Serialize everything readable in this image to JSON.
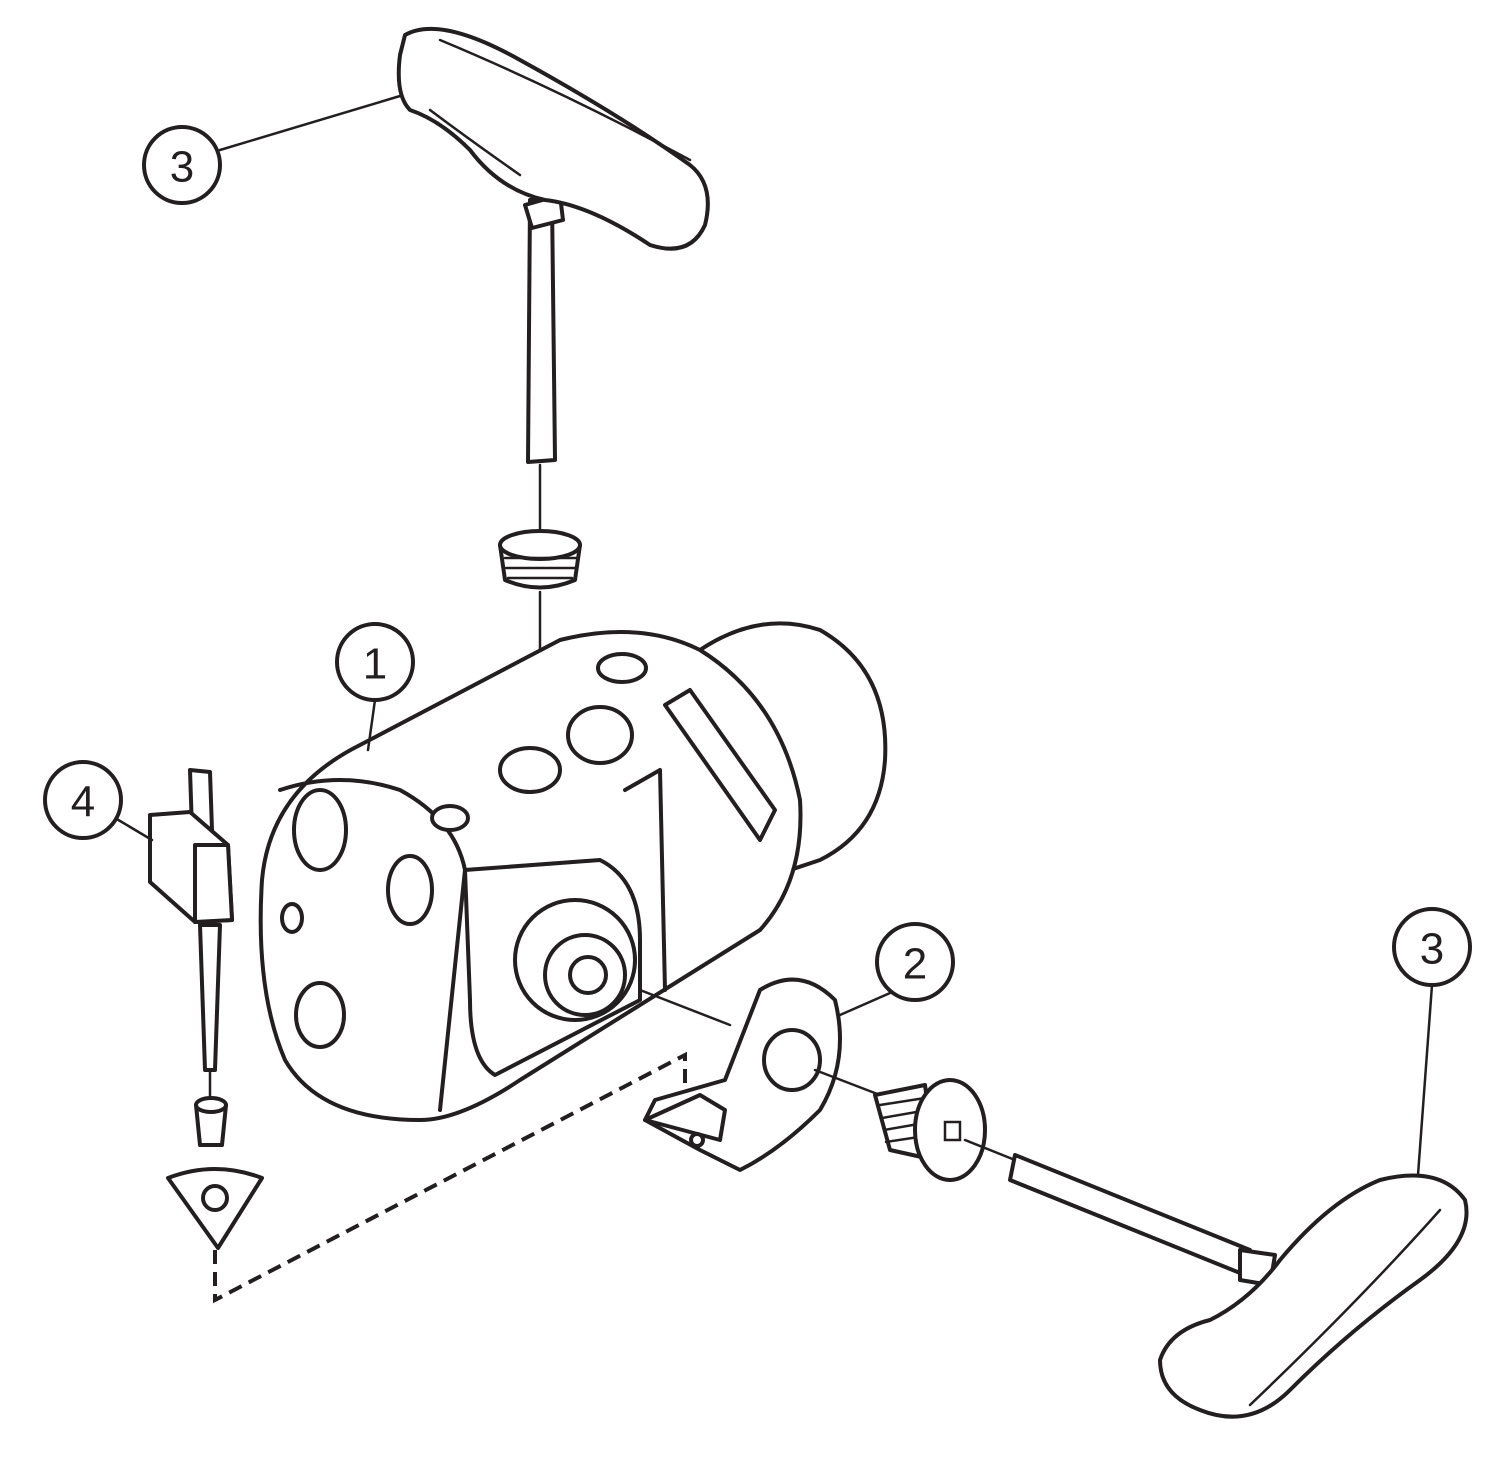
{
  "diagram": {
    "callouts": [
      {
        "id": "top-t-wrench",
        "label": "3"
      },
      {
        "id": "holder-body",
        "label": "1"
      },
      {
        "id": "insert-key",
        "label": "4"
      },
      {
        "id": "clamp",
        "label": "2"
      },
      {
        "id": "bottom-t-wrench",
        "label": "3"
      }
    ],
    "colors": {
      "line": "#231f20",
      "background": "#ffffff"
    }
  }
}
